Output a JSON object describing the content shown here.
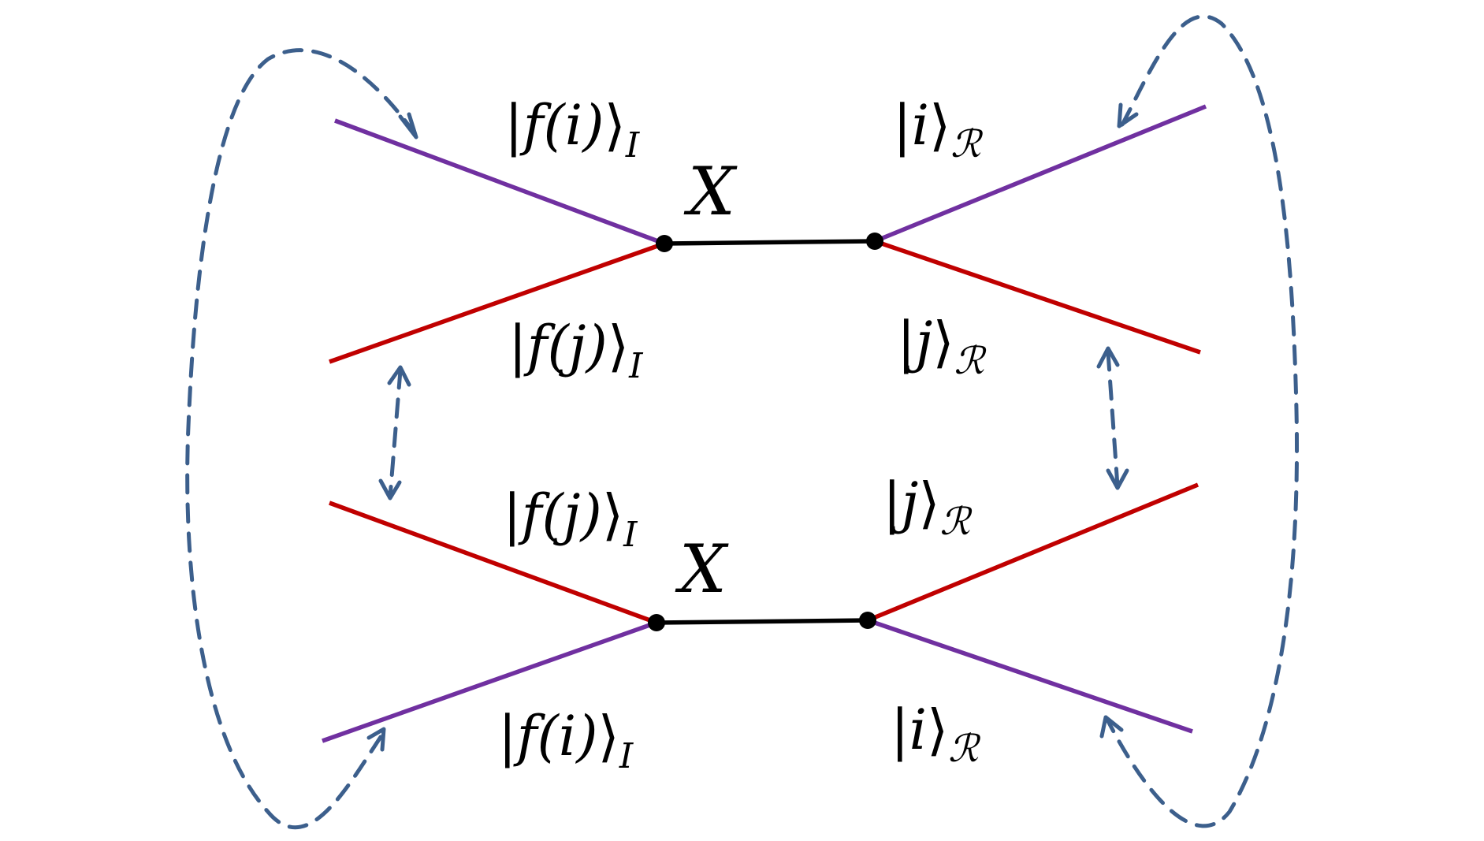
{
  "colors": {
    "purple_edge": "#7030A0",
    "red_edge": "#C00000",
    "black_edge": "#000000",
    "vertex": "#000000",
    "dashed_arrow": "#3C5F8C"
  },
  "top_diagram": {
    "vertex_label": "X",
    "upper_left": {
      "color_role": "purple",
      "ket": "f(i)",
      "subscript": "I"
    },
    "lower_left": {
      "color_role": "red",
      "ket": "f(j)",
      "subscript": "I"
    },
    "upper_right": {
      "color_role": "purple",
      "ket": "i",
      "subscript": "R"
    },
    "lower_right": {
      "color_role": "red",
      "ket": "j",
      "subscript": "R"
    }
  },
  "bottom_diagram": {
    "vertex_label": "X",
    "upper_left": {
      "color_role": "red",
      "ket": "f(j)",
      "subscript": "I"
    },
    "lower_left": {
      "color_role": "purple",
      "ket": "f(i)",
      "subscript": "I"
    },
    "upper_right": {
      "color_role": "red",
      "ket": "j",
      "subscript": "R"
    },
    "lower_right": {
      "color_role": "purple",
      "ket": "i",
      "subscript": "R"
    }
  },
  "dashed_arrows": [
    {
      "name": "left-outer-loop",
      "connects": "top f(i) leg to bottom f(i) leg"
    },
    {
      "name": "right-outer-loop",
      "connects": "top i leg to bottom i leg"
    },
    {
      "name": "left-inner-double",
      "connects": "top f(j) leg to bottom f(j) leg"
    },
    {
      "name": "right-inner-double",
      "connects": "top j leg to bottom j leg"
    }
  ]
}
